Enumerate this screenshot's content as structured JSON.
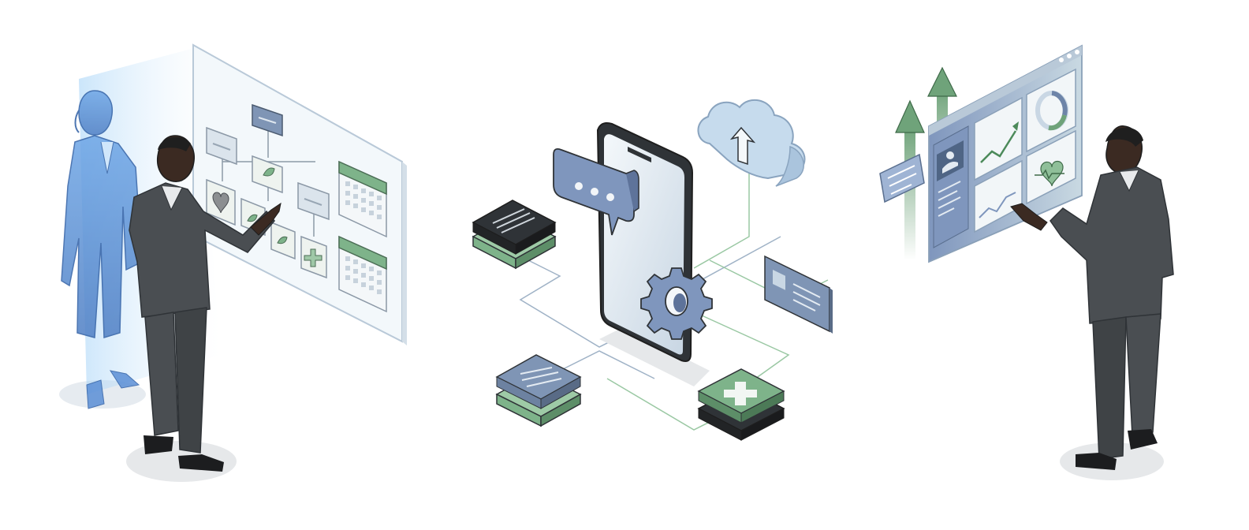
{
  "scene": {
    "panels": [
      {
        "name": "workflow-planning",
        "kind": "isometric illustration"
      },
      {
        "name": "mobile-integration-hub",
        "kind": "isometric illustration"
      },
      {
        "name": "analytics-dashboard",
        "kind": "isometric illustration"
      }
    ],
    "icons": [
      "hologram-person-icon",
      "businessman-icon",
      "flowchart-board-icon",
      "heart-icon",
      "leaf-icon",
      "plus-icon",
      "calendar-icon",
      "smartphone-icon",
      "chat-bubble-icon",
      "gear-icon",
      "cloud-upload-icon",
      "server-stack-icon",
      "id-card-icon",
      "medical-plus-icon",
      "dashboard-panel-icon",
      "growth-arrow-icon",
      "line-chart-icon",
      "donut-chart-icon",
      "profile-card-icon"
    ]
  },
  "colors": {
    "background": "#ffffff",
    "outline": "#2f3337",
    "suit": "#4a4e52",
    "suit_dark": "#3a3d40",
    "skin": "#3b2a22",
    "hologram": "#5b8fd6",
    "hologram_glow": "#a9d0f5",
    "panel_fill": "#eef4f8",
    "panel_edge": "#b9c9d8",
    "accent_green": "#6fa37a",
    "accent_green_light": "#a8cfae",
    "accent_blue": "#7f95b5",
    "shadow": "#e6e8ea"
  }
}
